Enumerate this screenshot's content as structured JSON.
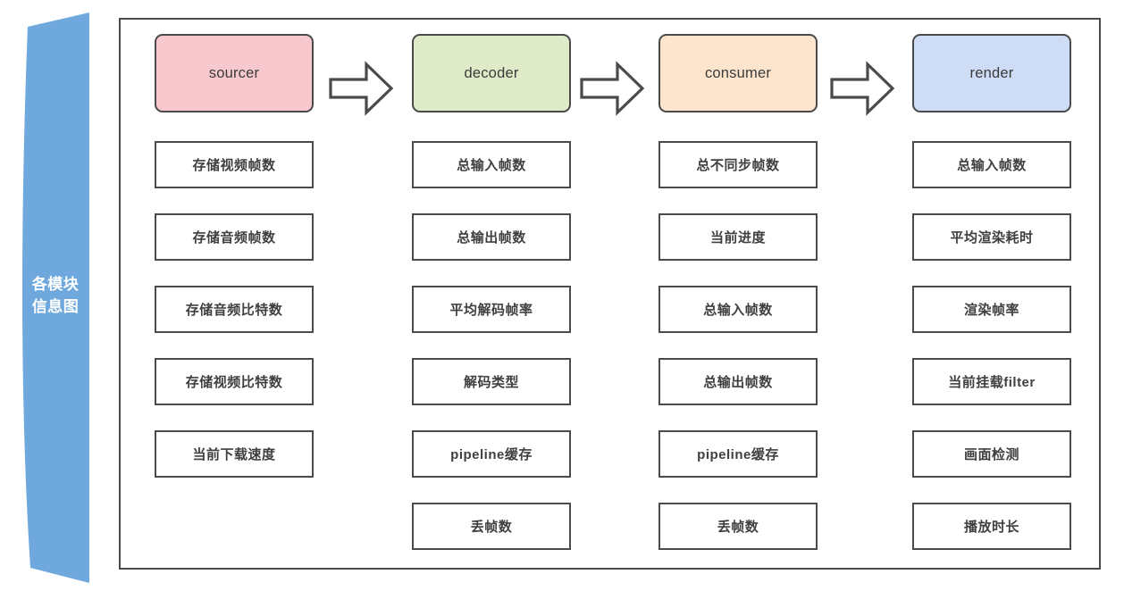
{
  "banner": {
    "line1": "各模块",
    "line2": "信息图",
    "color": "#6FA8DC",
    "text_color": "#FFFFFF"
  },
  "frame": {
    "border_color": "#4A4A4A"
  },
  "arrows": [
    {
      "name": "arrow-sourcer-to-decoder"
    },
    {
      "name": "arrow-decoder-to-consumer"
    },
    {
      "name": "arrow-consumer-to-render"
    }
  ],
  "columns": [
    {
      "module": "sourcer",
      "color": "#F7C8CE",
      "metrics": [
        "存储视频帧数",
        "存储音频帧数",
        "存储音频比特数",
        "存储视频比特数",
        "当前下载速度"
      ]
    },
    {
      "module": "decoder",
      "color": "#DFEBC8",
      "metrics": [
        "总输入帧数",
        "总输出帧数",
        "平均解码帧率",
        "解码类型",
        "pipeline缓存",
        "丢帧数"
      ]
    },
    {
      "module": "consumer",
      "color": "#FCE4CD",
      "metrics": [
        "总不同步帧数",
        "当前进度",
        "总输入帧数",
        "总输出帧数",
        "pipeline缓存",
        "丢帧数"
      ]
    },
    {
      "module": "render",
      "color": "#CEDDF5",
      "metrics": [
        "总输入帧数",
        "平均渲染耗时",
        "渲染帧率",
        "当前挂载filter",
        "画面检测",
        "播放时长"
      ]
    }
  ]
}
